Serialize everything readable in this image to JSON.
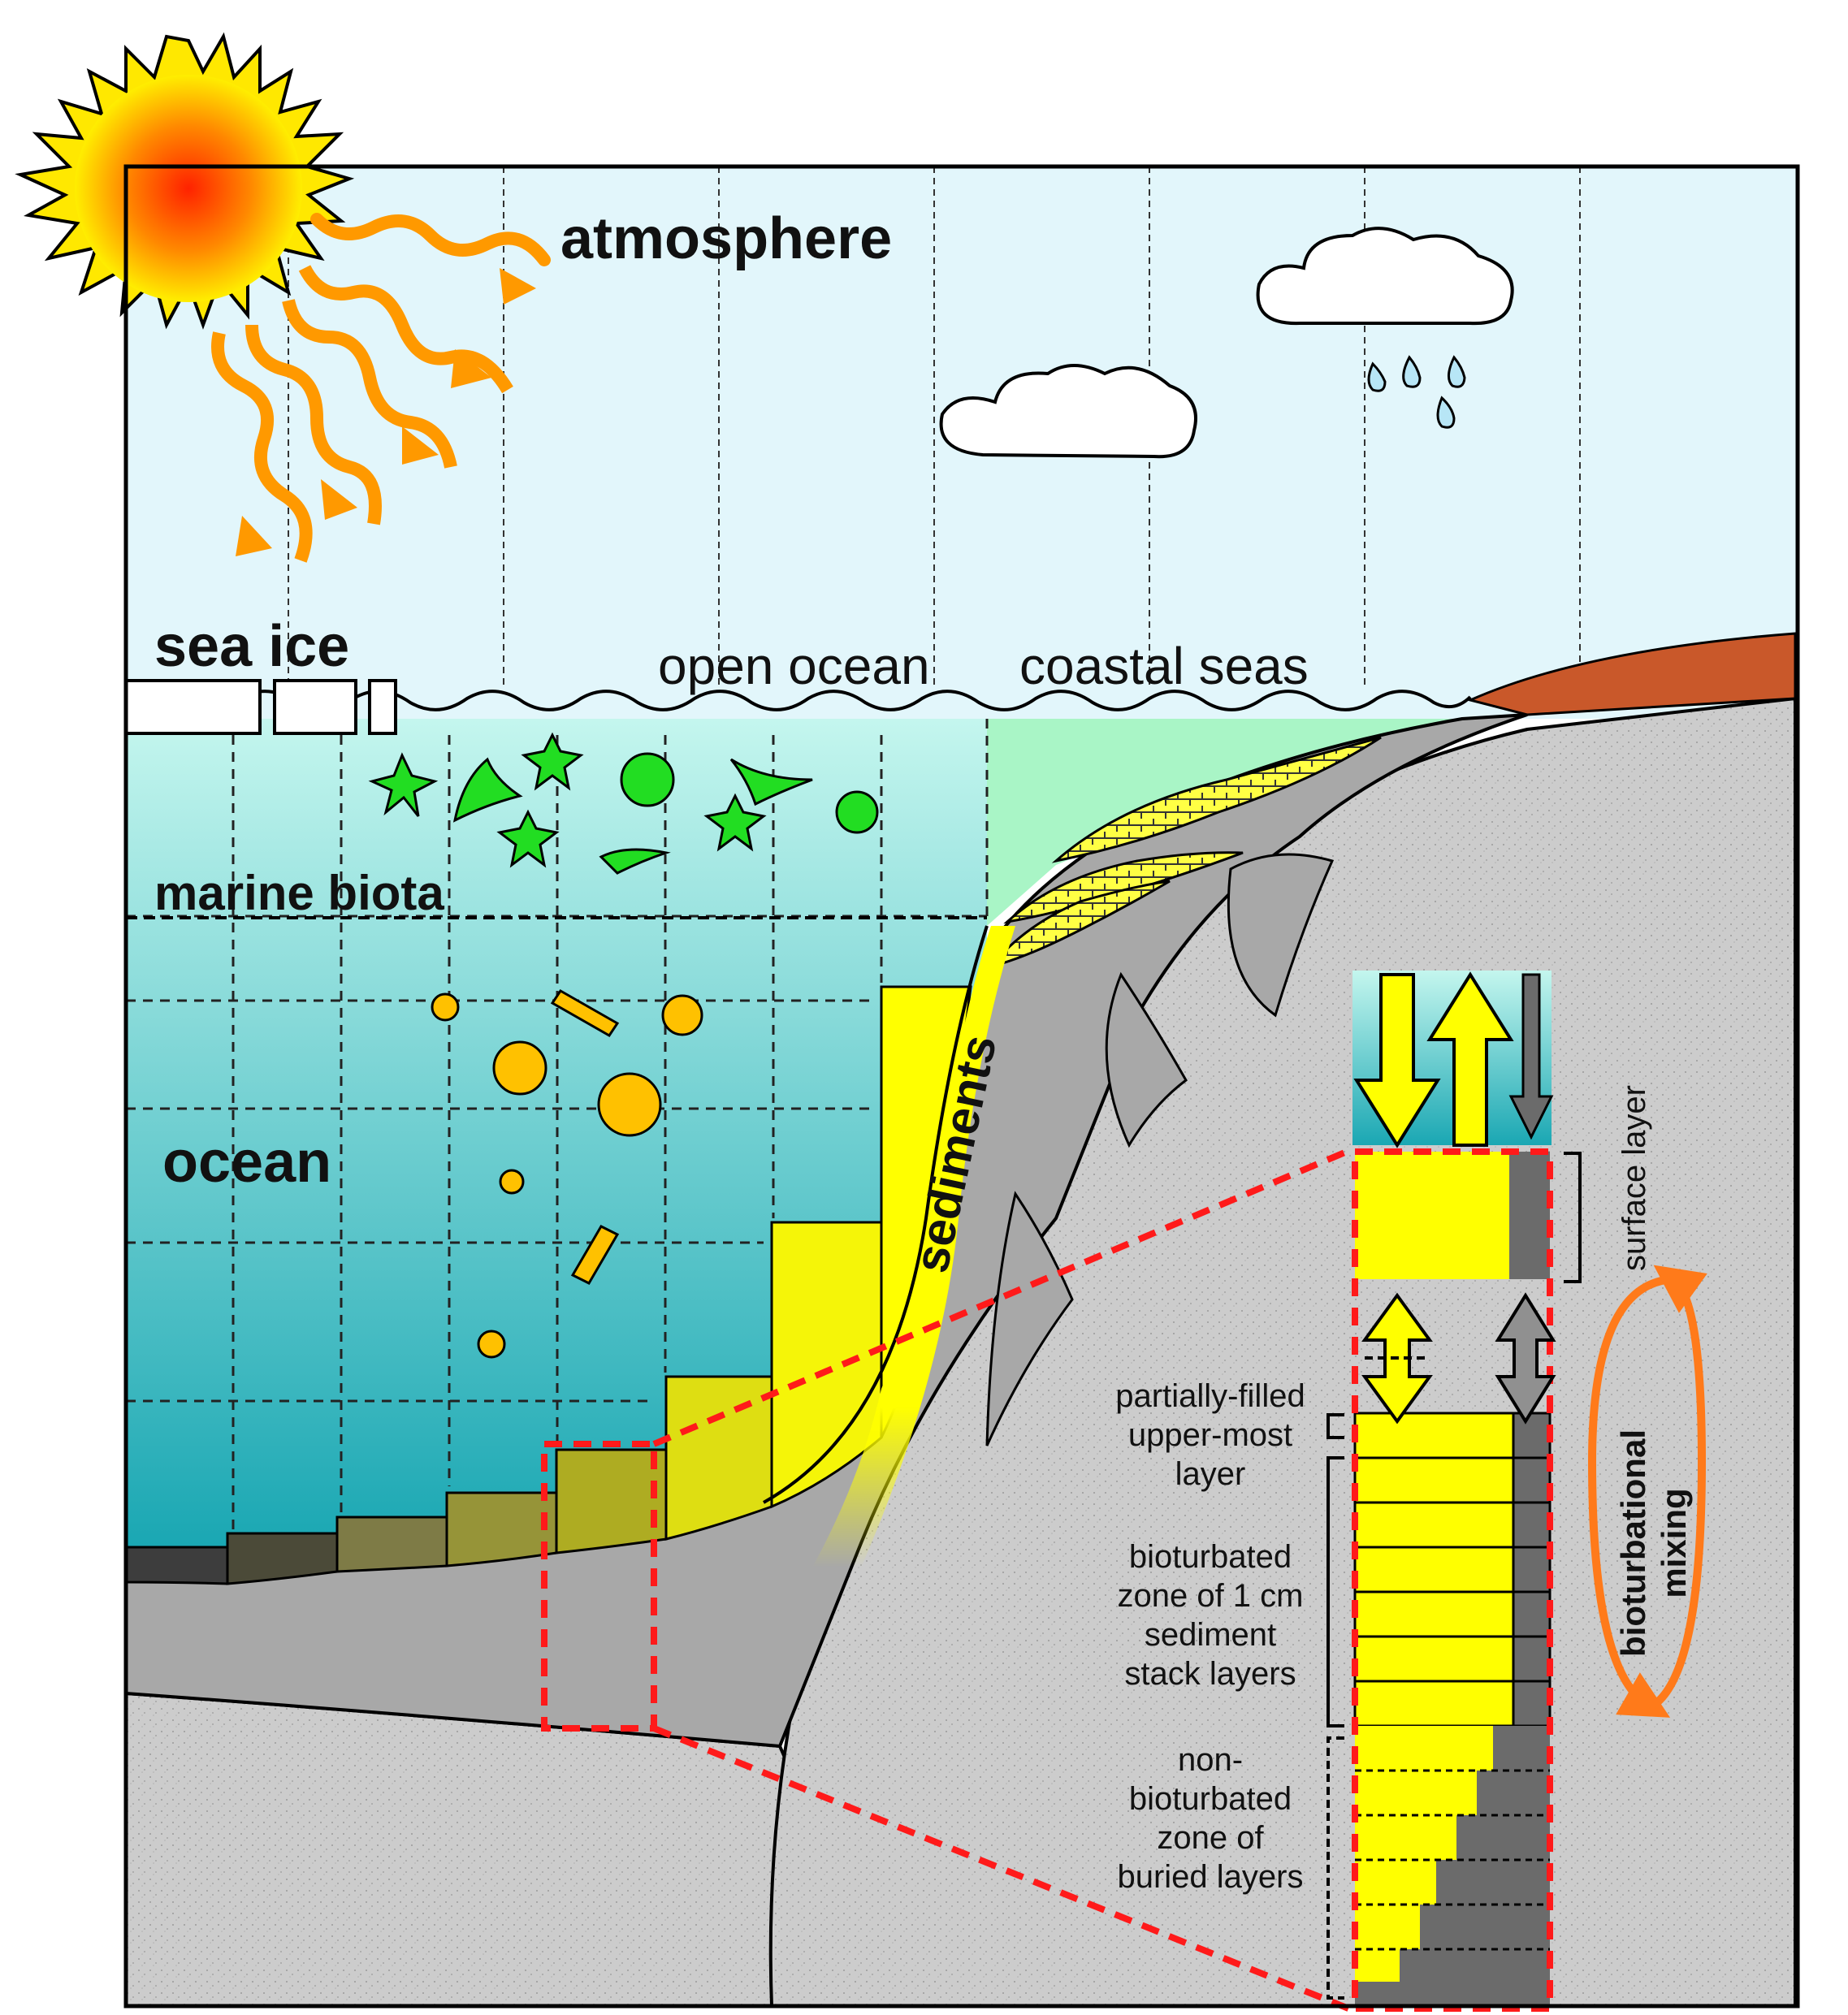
{
  "labels": {
    "atmosphere": "atmosphere",
    "sea_ice": "sea ice",
    "open_ocean": "open ocean",
    "coastal_seas": "coastal seas",
    "marine_biota": "marine biota",
    "ocean": "ocean",
    "sediments": "sediments",
    "surface_layer": "surface layer",
    "bioturbational_mixing_1": "bioturbational",
    "bioturbational_mixing_2": "mixing",
    "partially_filled": [
      "partially-filled",
      "upper-most",
      "layer"
    ],
    "bioturbated_zone": [
      "bioturbated",
      "zone of 1 cm",
      "sediment",
      "stack layers"
    ],
    "non_bioturbated_zone": [
      "non-",
      "bioturbated",
      "zone of",
      "buried layers"
    ]
  },
  "colors": {
    "sky": "#e2f6fb",
    "ocean_top": "#c4f6ee",
    "ocean_bottom": "#1aa7b3",
    "coastal": "#a9f5c6",
    "sediment_yellow": "#ffff00",
    "bedrock": "#c8c8c8",
    "crust": "#a9a9a9",
    "land": "#c9582a",
    "sun_core": "#ff2200",
    "sun_edge": "#ffe800",
    "sun_ray": "#ff9900",
    "plankton_green": "#22dd22",
    "plankton_orange": "#ffc100",
    "highlight_red": "#ff1a1a",
    "mixing_arrow": "#ff7a1a",
    "dark_gray": "#6b6b6b"
  },
  "icons": [
    "sun-icon",
    "cloud-icon",
    "raindrop-icon",
    "ice-floe-icon",
    "plankton-icon",
    "flux-arrow-icon"
  ]
}
